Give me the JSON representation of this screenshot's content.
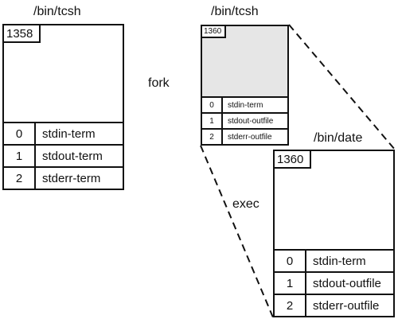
{
  "processes": [
    {
      "program": "/bin/tcsh",
      "pid": "1358",
      "fds": [
        {
          "fd": "0",
          "file": "stdin-term"
        },
        {
          "fd": "1",
          "file": "stdout-term"
        },
        {
          "fd": "2",
          "file": "stderr-term"
        }
      ]
    },
    {
      "program": "/bin/tcsh",
      "pid": "1360",
      "fds": [
        {
          "fd": "0",
          "file": "stdin-term"
        },
        {
          "fd": "1",
          "file": "stdout-outfile"
        },
        {
          "fd": "2",
          "file": "stderr-outfile"
        }
      ]
    },
    {
      "program": "/bin/date",
      "pid": "1360",
      "fds": [
        {
          "fd": "0",
          "file": "stdin-term"
        },
        {
          "fd": "1",
          "file": "stdout-outfile"
        },
        {
          "fd": "2",
          "file": "stderr-outfile"
        }
      ]
    }
  ],
  "actions": {
    "fork": "fork",
    "exec": "exec"
  }
}
